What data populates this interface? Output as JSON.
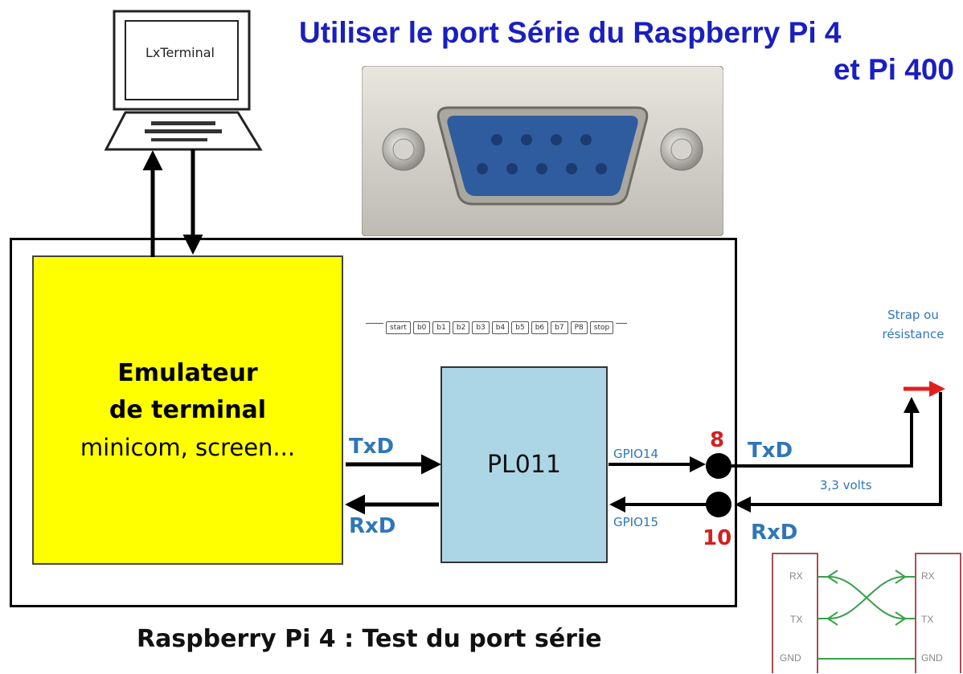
{
  "title": {
    "line1": "Utiliser le port Série du Raspberry Pi 4",
    "line2": "et Pi 400"
  },
  "computer": {
    "screen_label": "LxTerminal",
    "icon": "desktop-computer-icon"
  },
  "connector": {
    "icon": "db9-serial-connector-icon"
  },
  "emulator": {
    "title_line1": "Emulateur",
    "title_line2": "de terminal",
    "subtitle": "minicom, screen..."
  },
  "uart": {
    "label": "PL011"
  },
  "frame_bits": [
    "start",
    "b0",
    "b1",
    "b2",
    "b3",
    "b4",
    "b5",
    "b6",
    "b7",
    "P8",
    "stop"
  ],
  "signals": {
    "txd_left": "TxD",
    "rxd_left": "RxD",
    "gpio14": "GPIO14",
    "gpio15": "GPIO15",
    "pin_tx": "8",
    "pin_rx": "10",
    "txd_right": "TxD",
    "rxd_right": "RxD"
  },
  "strap": {
    "line1": "Strap ou",
    "line2": "résistance"
  },
  "voltage": "3,3 volts",
  "null_modem": {
    "left": [
      "RX",
      "TX",
      "GND"
    ],
    "right": [
      "RX",
      "TX",
      "GND"
    ]
  },
  "footer": "Raspberry Pi 4 : Test du port série",
  "colors": {
    "title": "#1a1fbf",
    "emulator_fill": "#ffff00",
    "uart_fill": "#acd6e6",
    "signal_label": "#2f76b8",
    "pin_number": "#d42020",
    "strap_arrow": "#e02020",
    "null_modem_wire": "#3aa04a"
  }
}
